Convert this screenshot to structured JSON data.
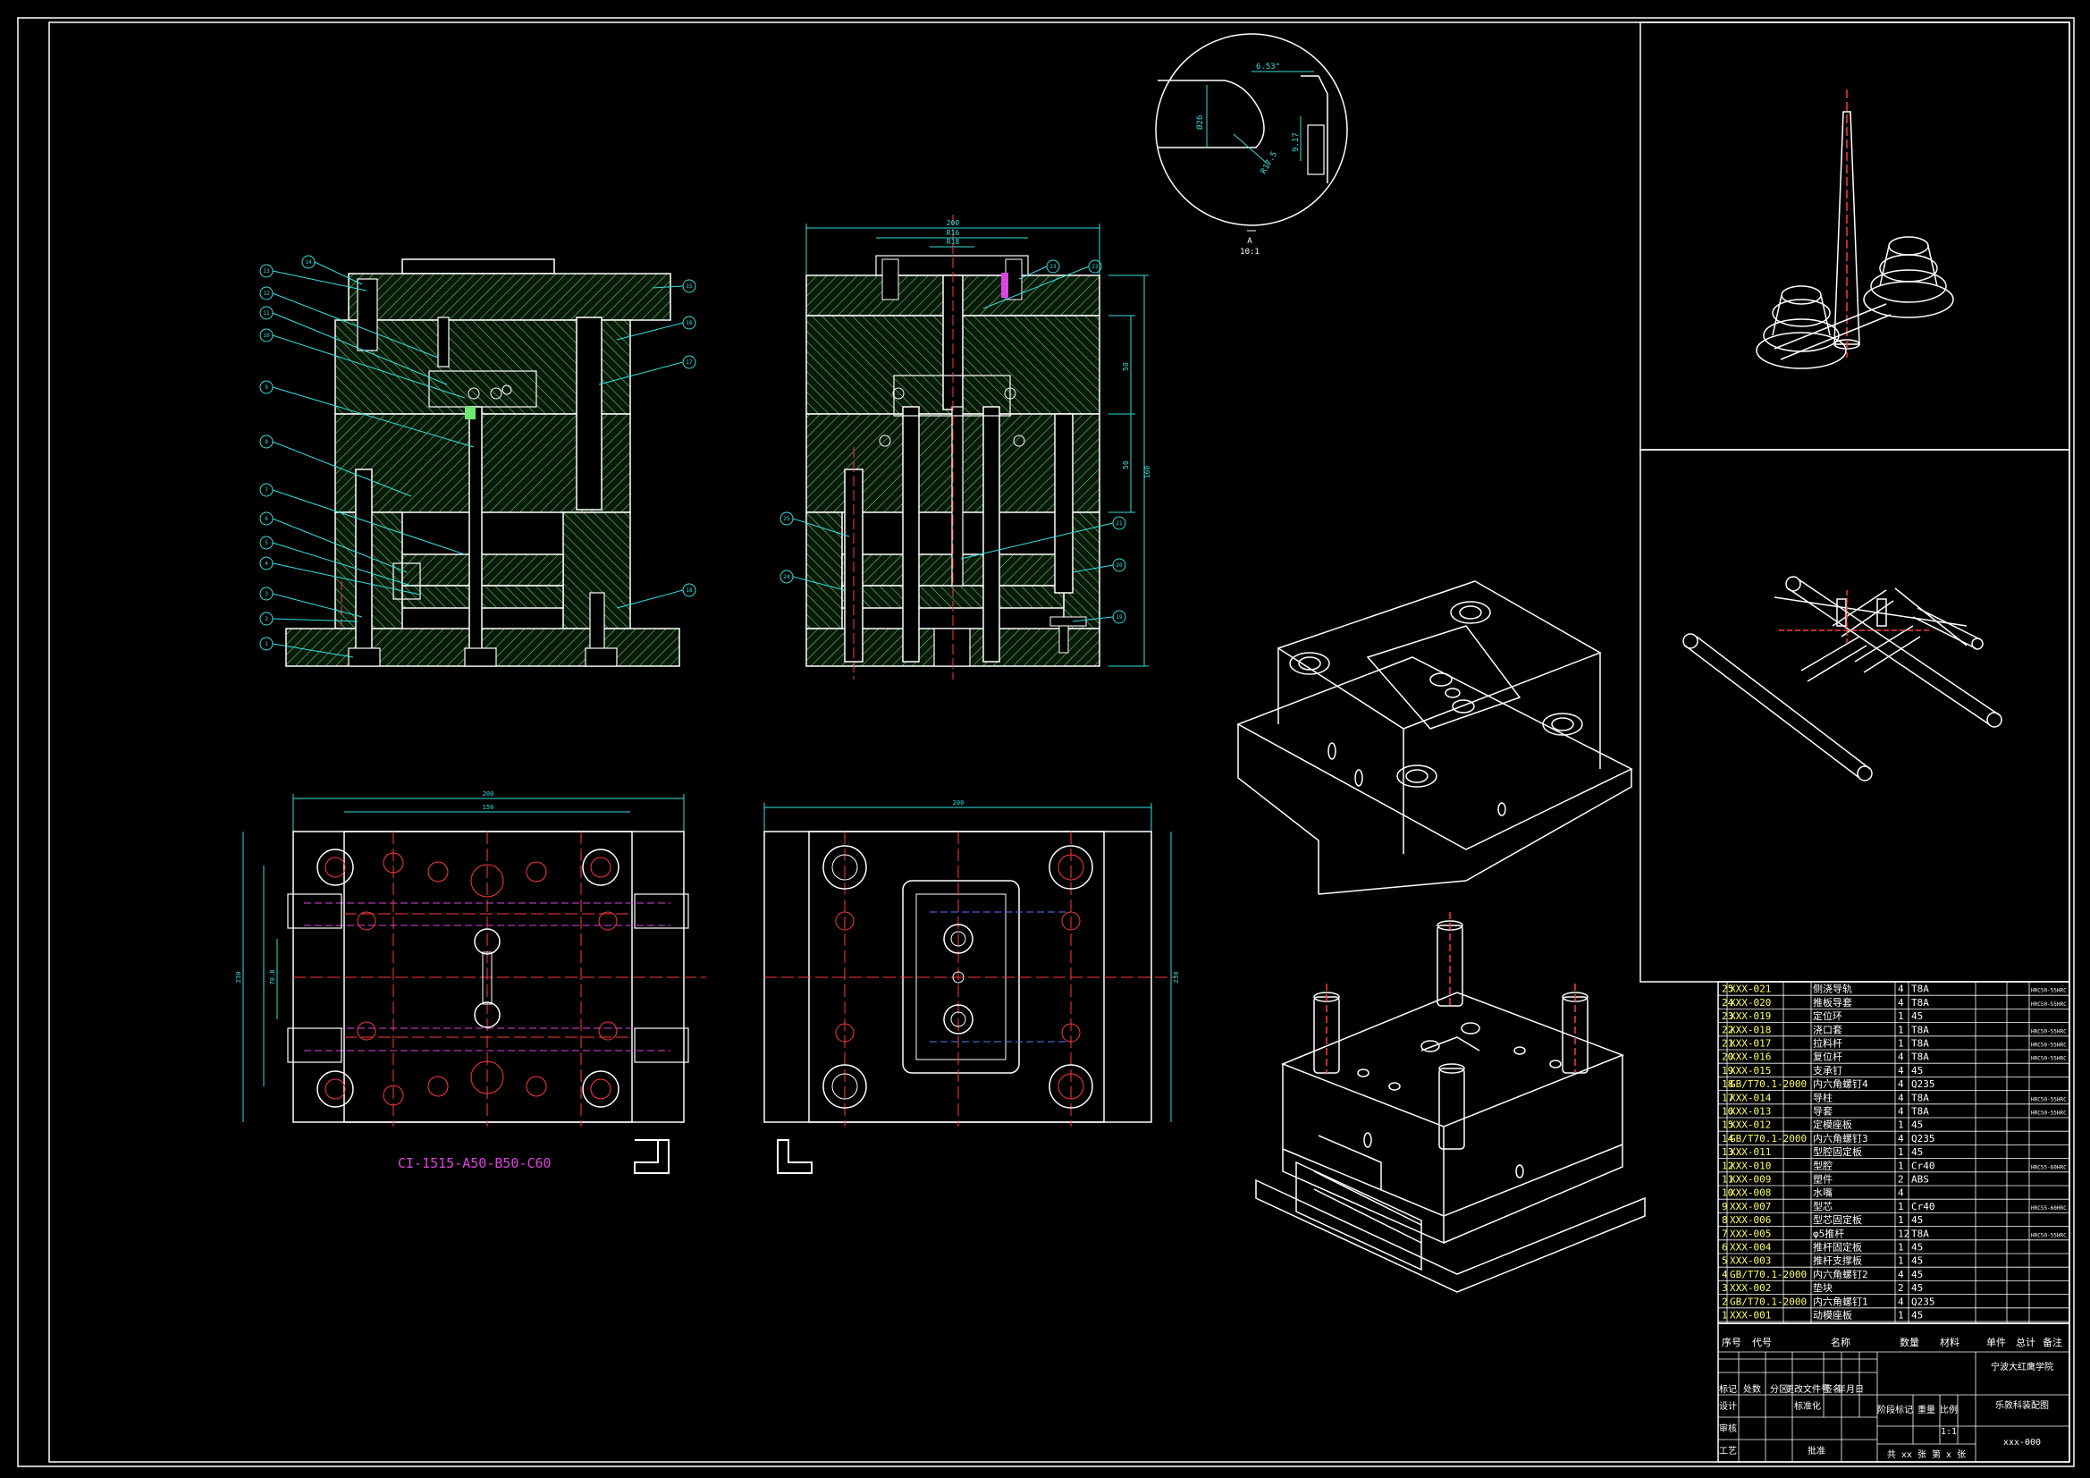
{
  "title_block": {
    "school": "宁波大红鹰学院",
    "drawing_name": "乐敦科装配图",
    "drawing_no": "xxx-000",
    "scale": "1:1",
    "sheets": "共 xx 张  第 x 张",
    "scale_label": "比例",
    "weight_label": "重量",
    "stage_label": "阶段标记",
    "row_labels": [
      "标记",
      "处数",
      "分区",
      "更改文件号",
      "签名",
      "年月日"
    ],
    "role_labels": [
      "设计",
      "审核",
      "工艺",
      "批准"
    ],
    "std_label": "标准化"
  },
  "bom_header": [
    "序号",
    "代号",
    "名称",
    "数量",
    "材料",
    "单件",
    "总计",
    "备注"
  ],
  "bom": [
    {
      "no": "25",
      "code": "XXX-021",
      "name": "侧浇导轨",
      "qty": "4",
      "mat": "T8A",
      "note": "HRC50-55HRC"
    },
    {
      "no": "24",
      "code": "XXX-020",
      "name": "推板导套",
      "qty": "4",
      "mat": "T8A",
      "note": "HRC50-55HRC"
    },
    {
      "no": "23",
      "code": "XXX-019",
      "name": "定位环",
      "qty": "1",
      "mat": "45",
      "note": ""
    },
    {
      "no": "22",
      "code": "XXX-018",
      "name": "浇口套",
      "qty": "1",
      "mat": "T8A",
      "note": "HRC50-55HRC"
    },
    {
      "no": "21",
      "code": "XXX-017",
      "name": "拉料杆",
      "qty": "1",
      "mat": "T8A",
      "note": "HRC50-55HRC"
    },
    {
      "no": "20",
      "code": "XXX-016",
      "name": "复位杆",
      "qty": "4",
      "mat": "T8A",
      "note": "HRC50-55HRC"
    },
    {
      "no": "19",
      "code": "XXX-015",
      "name": "支承钉",
      "qty": "4",
      "mat": "45",
      "note": ""
    },
    {
      "no": "18",
      "code": "GB/T70.1-2000",
      "name": "内六角螺钉4",
      "qty": "4",
      "mat": "Q235",
      "note": ""
    },
    {
      "no": "17",
      "code": "XXX-014",
      "name": "导柱",
      "qty": "4",
      "mat": "T8A",
      "note": "HRC50-55HRC"
    },
    {
      "no": "16",
      "code": "XXX-013",
      "name": "导套",
      "qty": "4",
      "mat": "T8A",
      "note": "HRC50-55HRC"
    },
    {
      "no": "15",
      "code": "XXX-012",
      "name": "定模座板",
      "qty": "1",
      "mat": "45",
      "note": ""
    },
    {
      "no": "14",
      "code": "GB/T70.1-2000",
      "name": "内六角螺钉3",
      "qty": "4",
      "mat": "Q235",
      "note": ""
    },
    {
      "no": "13",
      "code": "XXX-011",
      "name": "型腔固定板",
      "qty": "1",
      "mat": "45",
      "note": ""
    },
    {
      "no": "12",
      "code": "XXX-010",
      "name": "型腔",
      "qty": "1",
      "mat": "Cr40",
      "note": "HRC55-60HRC"
    },
    {
      "no": "11",
      "code": "XXX-009",
      "name": "塑件",
      "qty": "2",
      "mat": "ABS",
      "note": ""
    },
    {
      "no": "10",
      "code": "XXX-008",
      "name": "水嘴",
      "qty": "4",
      "mat": "",
      "note": ""
    },
    {
      "no": "9",
      "code": "XXX-007",
      "name": "型芯",
      "qty": "1",
      "mat": "Cr40",
      "note": "HRC55-60HRC"
    },
    {
      "no": "8",
      "code": "XXX-006",
      "name": "型芯固定板",
      "qty": "1",
      "mat": "45",
      "note": ""
    },
    {
      "no": "7",
      "code": "XXX-005",
      "name": "φ5推杆",
      "qty": "12",
      "mat": "T8A",
      "note": "HRC50-55HRC"
    },
    {
      "no": "6",
      "code": "XXX-004",
      "name": "推杆固定板",
      "qty": "1",
      "mat": "45",
      "note": ""
    },
    {
      "no": "5",
      "code": "XXX-003",
      "name": "推杆支撑板",
      "qty": "1",
      "mat": "45",
      "note": ""
    },
    {
      "no": "4",
      "code": "GB/T70.1-2000",
      "name": "内六角螺钉2",
      "qty": "4",
      "mat": "45",
      "note": ""
    },
    {
      "no": "3",
      "code": "XXX-002",
      "name": "垫块",
      "qty": "2",
      "mat": "45",
      "note": ""
    },
    {
      "no": "2",
      "code": "GB/T70.1-2000",
      "name": "内六角螺钉1",
      "qty": "4",
      "mat": "Q235",
      "note": ""
    },
    {
      "no": "1",
      "code": "XXX-001",
      "name": "动模座板",
      "qty": "1",
      "mat": "45",
      "note": ""
    }
  ],
  "magenta_label": "CI-1515-A50-B50-C60",
  "detail_view": {
    "label": "A",
    "scale": "10:1",
    "angle": "6.53°",
    "d1": "Ø26",
    "d2": "R17.5",
    "d3": "9.17"
  },
  "dims": {
    "front_w": "200",
    "front_w2": "R16",
    "front_w3": "R18",
    "side_h1": "50",
    "side_h2": "50",
    "side_h3": "160",
    "plan_w1": "200",
    "plan_w2": "150",
    "plan_h": "230",
    "plan_h2": "70.8",
    "plan2_w": "200",
    "plan2_h": "230"
  },
  "balloons_left": [
    "13",
    "12",
    "11",
    "10",
    "9",
    "8",
    "7",
    "6",
    "5",
    "4",
    "3",
    "2",
    "1"
  ],
  "balloons_top": [
    "14",
    "15",
    "16",
    "17",
    "18"
  ],
  "balloons_mid": [
    "23",
    "22",
    "21",
    "20",
    "19",
    "25",
    "24"
  ],
  "colors": {
    "bg": "#000000",
    "white": "#ffffff",
    "cyan": "#33e0e0",
    "green": "#6ee86e",
    "red": "#ff3a3a",
    "yellow": "#ffff66",
    "magenta": "#dd44dd"
  }
}
